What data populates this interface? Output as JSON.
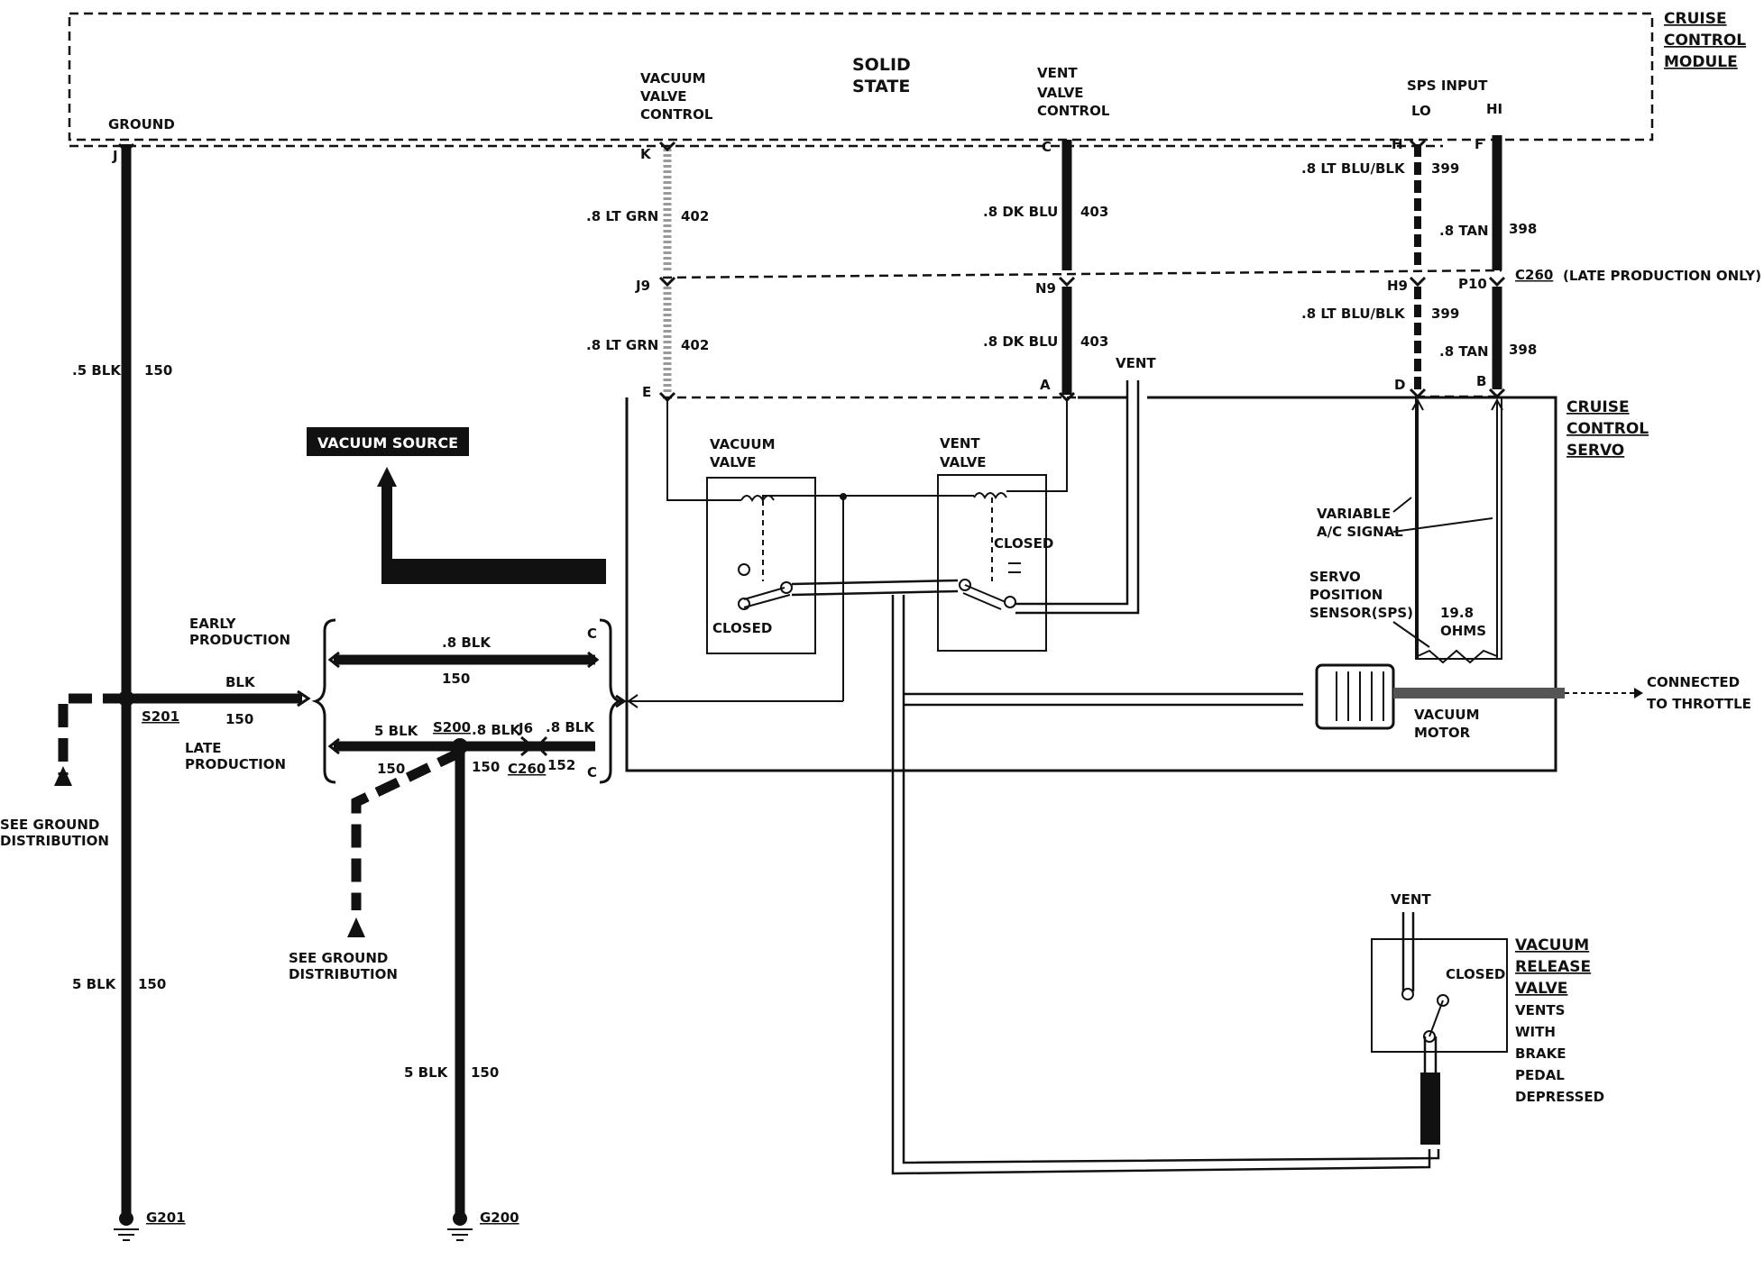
{
  "module": {
    "title": [
      "CRUISE",
      "CONTROL",
      "MODULE"
    ],
    "solid_state": [
      "SOLID",
      "STATE"
    ],
    "ground": "GROUND",
    "vacuum_valve_control": [
      "VACUUM",
      "VALVE",
      "CONTROL"
    ],
    "vent_valve_control": [
      "VENT",
      "VALVE",
      "CONTROL"
    ],
    "sps_input": "SPS INPUT",
    "lo": "LO",
    "hi": "HI"
  },
  "pins": {
    "j": "J",
    "k": "K",
    "c": "C",
    "h": "H",
    "f": "F",
    "j9": "J9",
    "n9": "N9",
    "h9": "H9",
    "p10": "P10",
    "e": "E",
    "a": "A",
    "d": "D",
    "b": "B"
  },
  "connectors": {
    "c260": "C260",
    "late_only": "(LATE PRODUCTION ONLY)",
    "s201": "S201",
    "s200": "S200",
    "g201": "G201",
    "g200": "G200",
    "j6": "J6"
  },
  "wires": {
    "lt_grn": ".8 LT GRN",
    "c402": "402",
    "dk_blu": ".8 DK BLU",
    "c403": "403",
    "lt_blu_blk": ".8 LT BLU/BLK",
    "c399": "399",
    "tan": ".8 TAN",
    "c398": "398",
    "blk_5_top": ".5 BLK",
    "c150": "150",
    "blk_bottom_left": "5 BLK",
    "blk": "BLK",
    "blk_8": ".8 BLK",
    "blk_5": "5 BLK",
    "blk_8_j6": ".8 BLK",
    "blk_8_right": ".8 BLK",
    "c152": "152",
    "c_label": "C"
  },
  "production": {
    "early": [
      "EARLY",
      "PRODUCTION"
    ],
    "late": [
      "LATE",
      "PRODUCTION"
    ]
  },
  "ground_dist": [
    "SEE GROUND",
    "DISTRIBUTION"
  ],
  "vacuum_source": "VACUUM SOURCE",
  "servo": {
    "title": [
      "CRUISE",
      "CONTROL",
      "SERVO"
    ],
    "vent": "VENT",
    "vacuum_valve": [
      "VACUUM",
      "VALVE"
    ],
    "vent_valve": [
      "VENT",
      "VALVE"
    ],
    "closed": "CLOSED",
    "closed_vent": "CLOSED",
    "variable_ac": [
      "VARIABLE",
      "A/C SIGNAL"
    ],
    "sps": [
      "SERVO",
      "POSITION",
      "SENSOR(SPS)"
    ],
    "ohms": [
      "19.8",
      "OHMS"
    ],
    "vacuum_motor": [
      "VACUUM",
      "MOTOR"
    ],
    "connected": [
      "CONNECTED",
      "TO THROTTLE"
    ]
  },
  "release_valve": {
    "vent": "VENT",
    "closed": "CLOSED",
    "title": [
      "VACUUM",
      "RELEASE",
      "VALVE"
    ],
    "desc": [
      "VENTS",
      "WITH",
      "BRAKE",
      "PEDAL",
      "DEPRESSED"
    ]
  }
}
